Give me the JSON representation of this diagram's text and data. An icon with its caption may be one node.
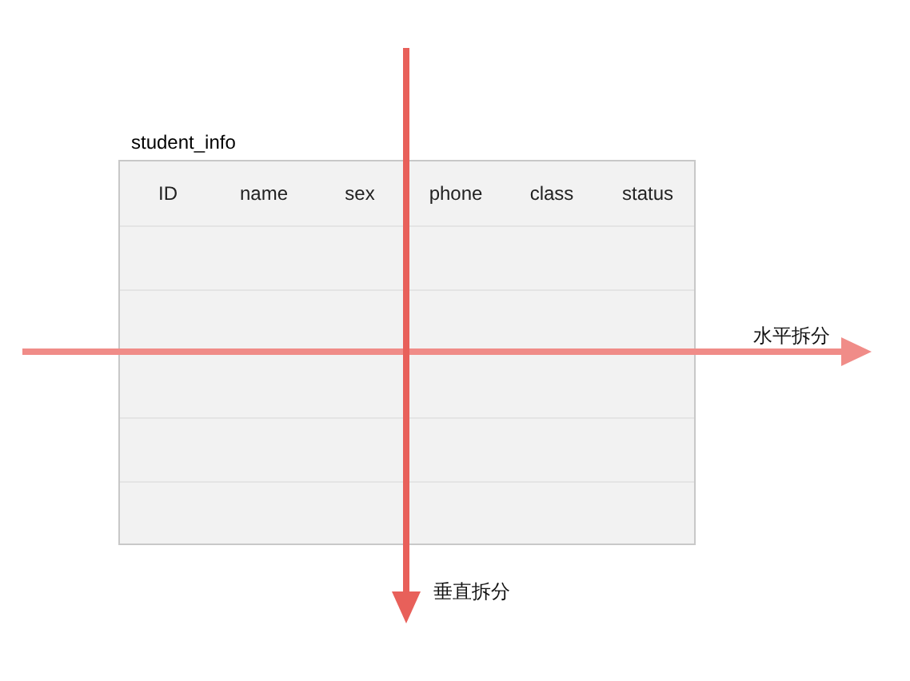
{
  "diagram": {
    "nodes": [
      {
        "text": [
          "student_info"
        ]
      }
    ],
    "labels": [
      "ID",
      "name",
      "sex",
      "phone",
      "class",
      "status",
      "水平拆分",
      "垂直拆分"
    ]
  }
}
